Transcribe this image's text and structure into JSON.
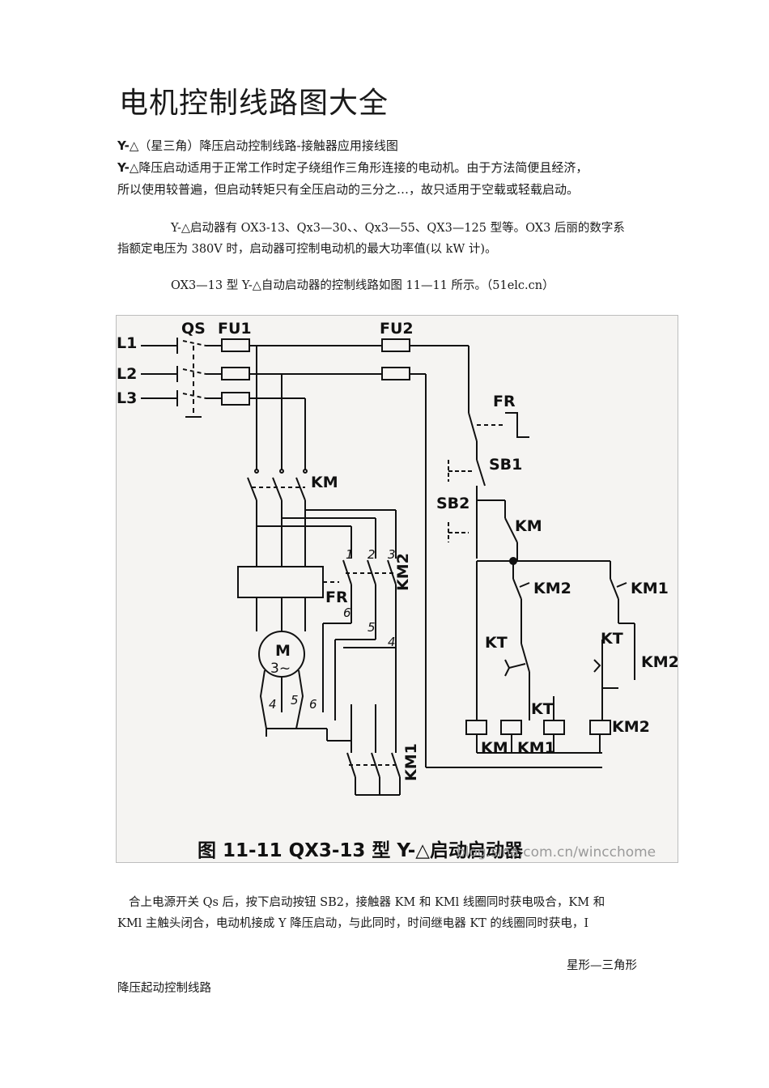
{
  "document": {
    "title": "电机控制线路图大全",
    "subtitle_line1_bold": "Y-",
    "subtitle_line1_rest": "△（星三角）降压启动控制线路-接触器应用接线图",
    "subtitle_line2_bold": "Y-",
    "subtitle_line2_rest": "△降压启动适用于正常工作时定子绕组作三角形连接的电动机。由于方法简便且经济，",
    "subtitle_line3": "所以使用较普遍，但启动转矩只有全压启动的三分之…，故只适用于空载或轻载启动。",
    "para1_line1": "Y-△启动器有 OX3-13、Qx3—30、、Qx3—55、QX3—125 型等。OX3 后丽的数字系",
    "para1_line2": "指额定电压为 380V 时，启动器可控制电动机的最大功率值(以 kW 计)。",
    "para2": "OX3—13 型 Y-△自动启动器的控制线路如图 11—11 所示。（51elc.cn）",
    "para3_line1": "合上电源开关 Qs 后，按下启动按钮 SB2，接触器 KM 和 KMl 线圈同时获电吸合，KM 和",
    "para3_line2": "KMl 主触头闭合，电动机接成 Y 降压启动，与此同时，时间继电器 KT 的线圈同时获电，I",
    "footer_right": "星形—三角形",
    "footer_left": "降压起动控制线路"
  },
  "figure": {
    "caption": "图 11-11   QX3-13 型 Y-△启动启动器",
    "watermark": "blog.sina.com.cn/wincchome",
    "labels": {
      "L1": "L1",
      "L2": "L2",
      "L3": "L3",
      "QS": "QS",
      "FU1": "FU1",
      "FU2": "FU2",
      "FR_top": "FR",
      "SB1": "SB1",
      "SB2": "SB2",
      "KM_main": "KM",
      "KM_ctrl": "KM",
      "KM2_main": "KM2",
      "KM1_main": "KM1",
      "KM2_ctrl": "KM2",
      "KM1_ctrl": "KM1",
      "KT_a": "KT",
      "KT_b": "KT",
      "KM2_b": "KM2",
      "KT_coil": "KT",
      "KM_coil": "KM",
      "KM1_coil": "KM1",
      "KM2_coil": "KM2",
      "FR_main": "FR",
      "motor_M": "M",
      "motor_phase": "3~",
      "n1": "1",
      "n2": "2",
      "n3": "3",
      "n4": "4",
      "n5": "5",
      "n6": "6",
      "n4b": "4",
      "n5b": "5",
      "n6b": "6"
    }
  }
}
